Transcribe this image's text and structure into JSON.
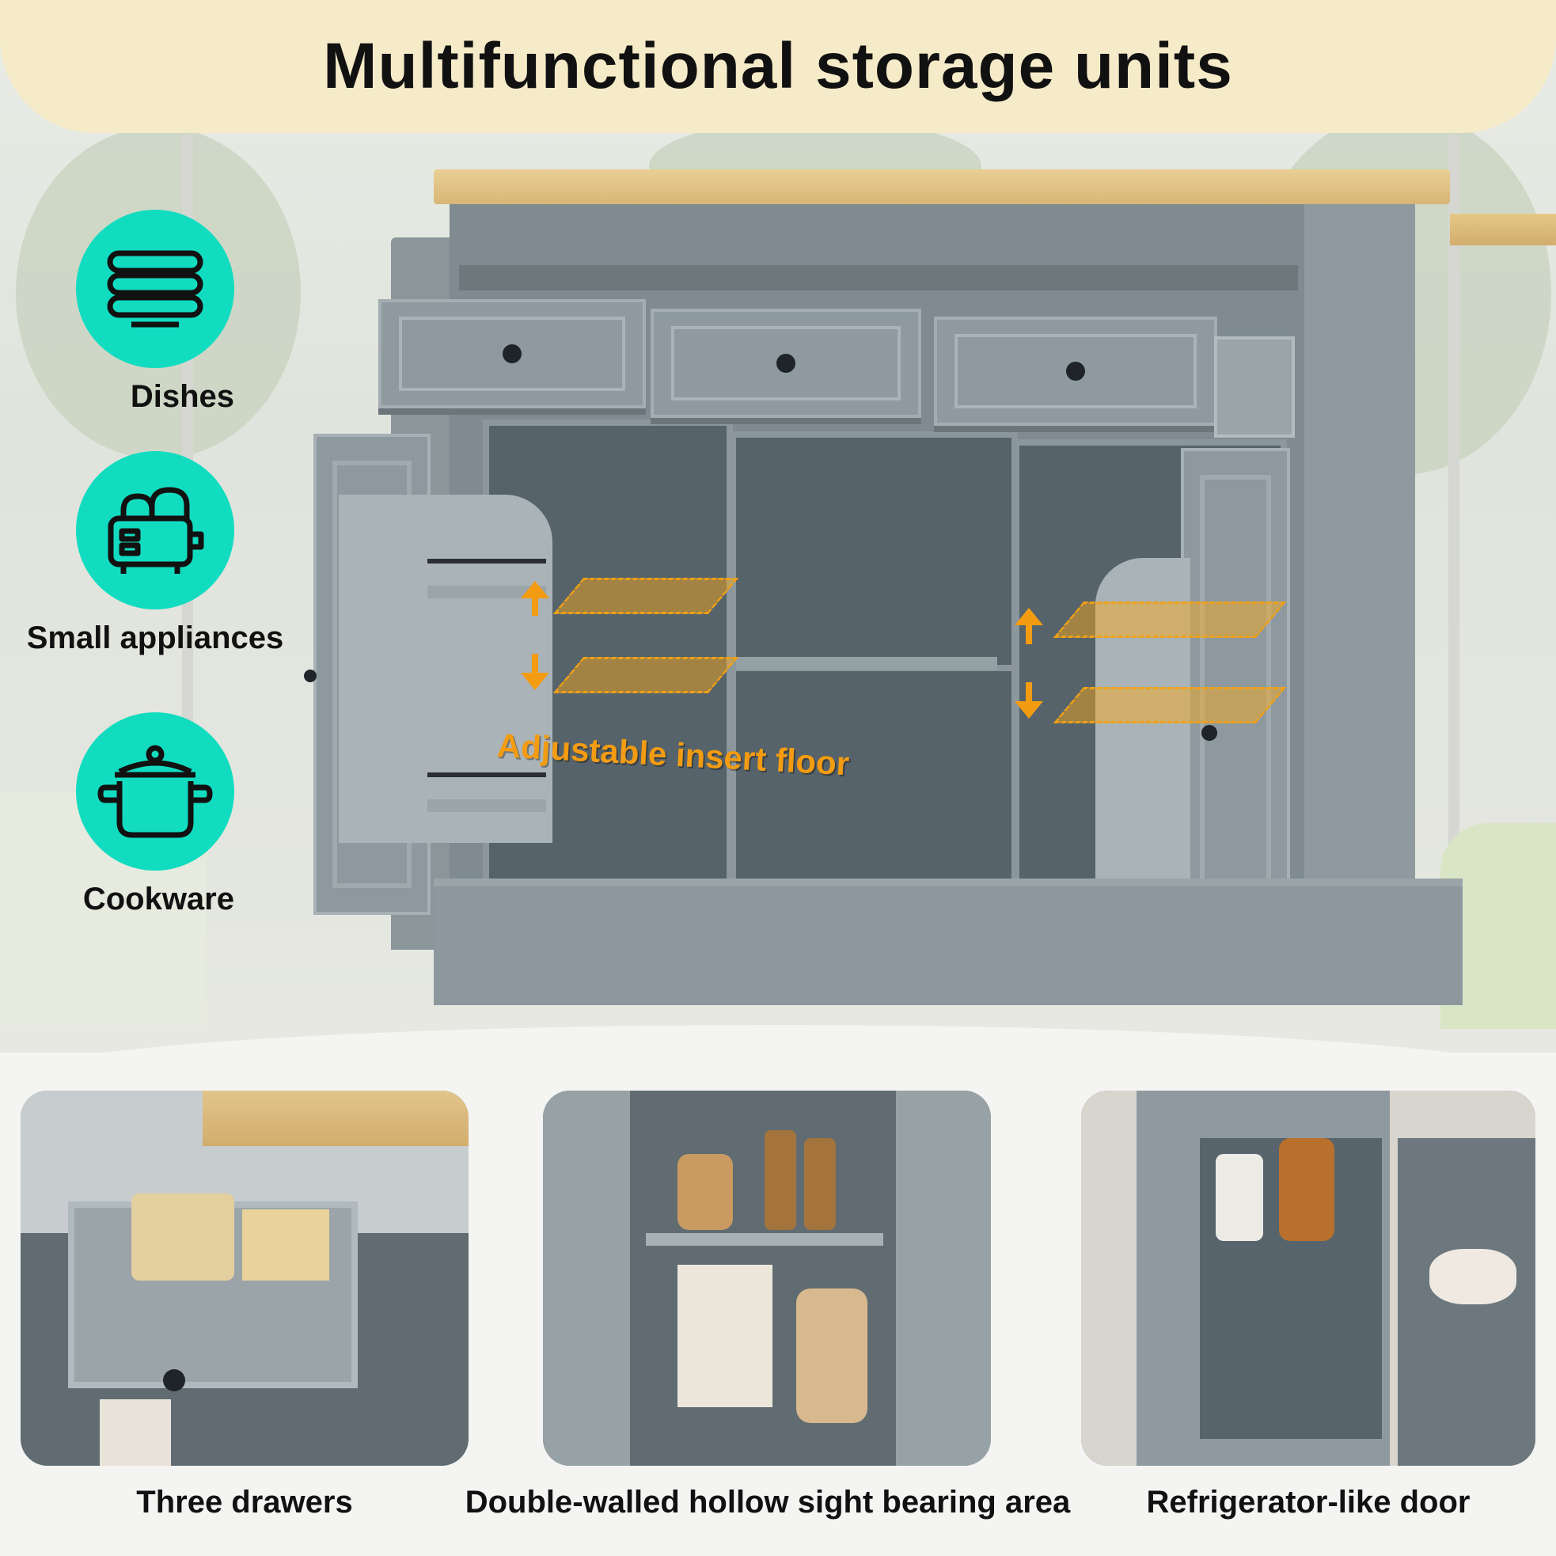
{
  "header": {
    "title": "Multifunctional storage units"
  },
  "features": [
    {
      "label": "Dishes",
      "icon": "dishes-icon"
    },
    {
      "label": "Small appliances",
      "icon": "toaster-icon"
    },
    {
      "label": "Cookware",
      "icon": "pot-icon"
    }
  ],
  "callout": {
    "label": "Adjustable insert floor"
  },
  "thumbnails": [
    {
      "caption": "Three drawers"
    },
    {
      "caption": "Double-walled hollow sight bearing area"
    },
    {
      "caption": "Refrigerator-like door"
    }
  ],
  "colors": {
    "accent": "#12dcc0",
    "banner": "#f6ebc8",
    "highlight": "#f39c12",
    "cabinet": "#8e999f"
  }
}
